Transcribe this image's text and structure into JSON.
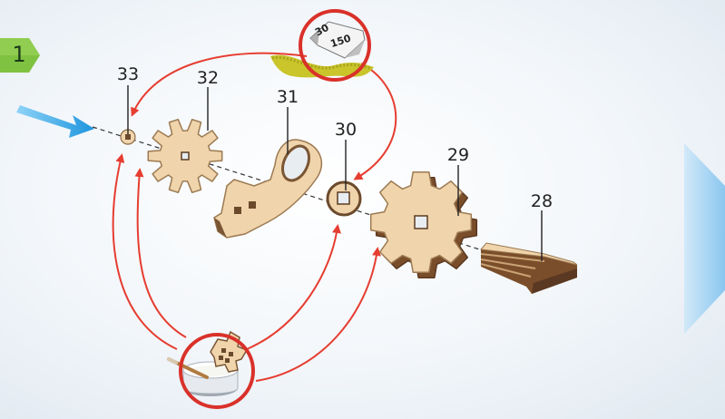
{
  "step": {
    "number": "1"
  },
  "parts": [
    {
      "id": "33",
      "label": "33"
    },
    {
      "id": "32",
      "label": "32"
    },
    {
      "id": "31",
      "label": "31"
    },
    {
      "id": "30",
      "label": "30"
    },
    {
      "id": "29",
      "label": "29"
    },
    {
      "id": "28",
      "label": "28"
    }
  ],
  "sandpaper": {
    "grits": [
      "30",
      "150"
    ]
  },
  "colors": {
    "arrow_red": "#e63d31",
    "insert_arrow_blue": "#2aa7e6",
    "step_badge_green": "#7fc241",
    "next_arrow_blue": "#8fcaf0",
    "wood": "#f0d4ac"
  },
  "icons": [
    "sandpaper-icon",
    "glue-cup-icon",
    "insert-direction-arrow",
    "next-step-arrow"
  ]
}
